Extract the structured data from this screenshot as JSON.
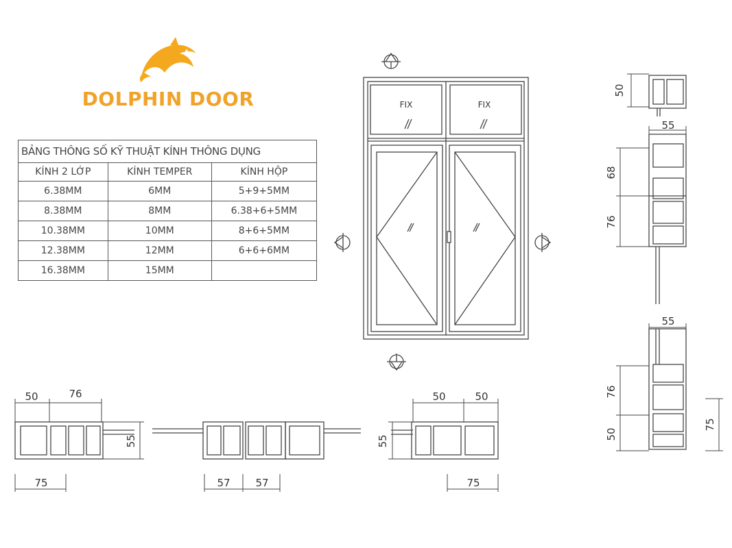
{
  "brand": {
    "name": "DOLPHIN DOOR",
    "logo_color": "#f4a81d",
    "text_color": "#f0a329"
  },
  "spec_table": {
    "title": "BẢNG THÔNG SỐ KỸ THUẬT KÍNH  THÔNG DỤNG",
    "headers": [
      "KÍNH 2 LỚP",
      "KÍNH TEMPER",
      "KÍNH HỘP"
    ],
    "rows": [
      [
        "6.38MM",
        "6MM",
        "5+9+5MM"
      ],
      [
        "8.38MM",
        "8MM",
        "6.38+6+5MM"
      ],
      [
        "10.38MM",
        "10MM",
        "8+6+5MM"
      ],
      [
        "12.38MM",
        "12MM",
        "6+6+6MM"
      ],
      [
        "16.38MM",
        "15MM",
        ""
      ]
    ]
  },
  "elevation": {
    "fix_label_left": "FIX",
    "fix_label_right": "FIX"
  },
  "dimensions": {
    "vertical_section": [
      "50",
      "55",
      "68",
      "76",
      "55",
      "76",
      "50",
      "75"
    ],
    "bottom_left": [
      "50",
      "76",
      "55",
      "75"
    ],
    "bottom_middle": [
      "57",
      "57"
    ],
    "bottom_right": [
      "50",
      "50",
      "55",
      "75"
    ]
  }
}
